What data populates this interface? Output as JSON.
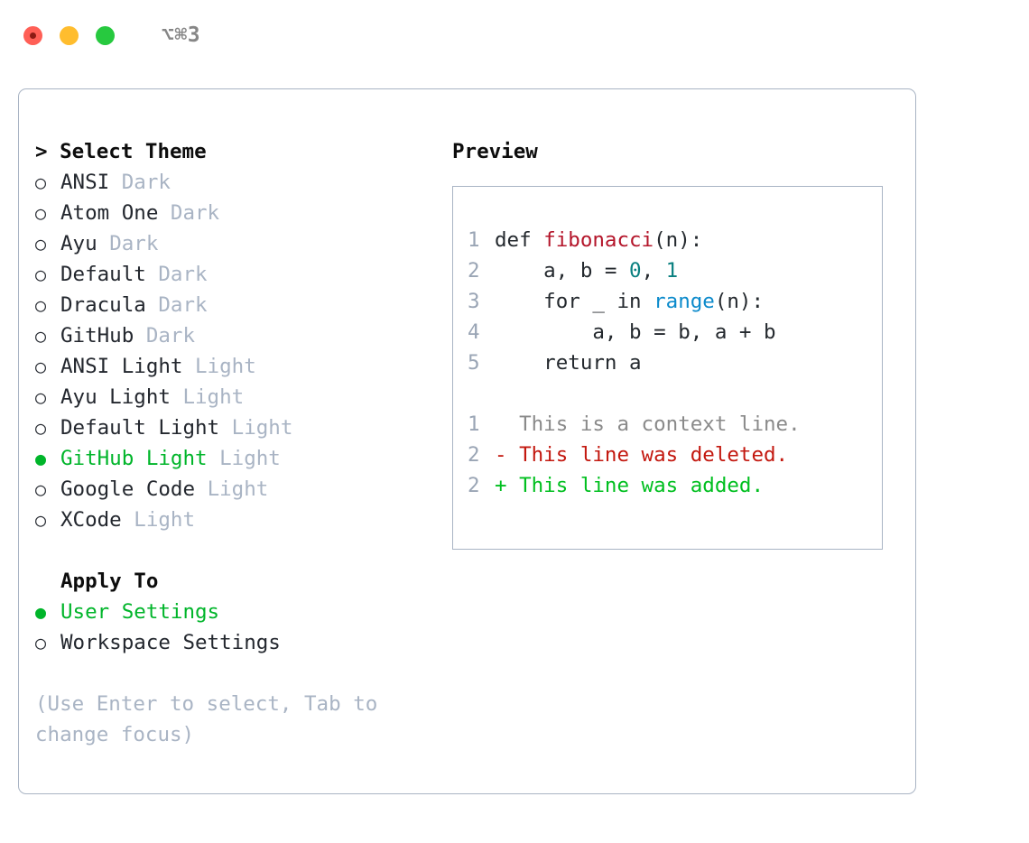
{
  "titlebar": {
    "shortcut": "⌥⌘3",
    "buttons": {
      "close": "close",
      "minimize": "minimize",
      "maximize": "maximize"
    }
  },
  "theme_list": {
    "heading": "> Select Theme",
    "items": [
      {
        "marker": "○",
        "label": "ANSI",
        "variant": "Dark",
        "selected": false
      },
      {
        "marker": "○",
        "label": "Atom One",
        "variant": "Dark",
        "selected": false
      },
      {
        "marker": "○",
        "label": "Ayu",
        "variant": "Dark",
        "selected": false
      },
      {
        "marker": "○",
        "label": "Default",
        "variant": "Dark",
        "selected": false
      },
      {
        "marker": "○",
        "label": "Dracula",
        "variant": "Dark",
        "selected": false
      },
      {
        "marker": "○",
        "label": "GitHub",
        "variant": "Dark",
        "selected": false
      },
      {
        "marker": "○",
        "label": "ANSI Light",
        "variant": "Light",
        "selected": false
      },
      {
        "marker": "○",
        "label": "Ayu Light",
        "variant": "Light",
        "selected": false
      },
      {
        "marker": "○",
        "label": "Default Light",
        "variant": "Light",
        "selected": false
      },
      {
        "marker": "●",
        "label": "GitHub Light",
        "variant": "Light",
        "selected": true
      },
      {
        "marker": "○",
        "label": "Google Code",
        "variant": "Light",
        "selected": false
      },
      {
        "marker": "○",
        "label": "XCode",
        "variant": "Light",
        "selected": false
      }
    ]
  },
  "apply_to": {
    "heading": "Apply To",
    "items": [
      {
        "marker": "●",
        "label": "User Settings",
        "selected": true
      },
      {
        "marker": "○",
        "label": "Workspace Settings",
        "selected": false
      }
    ]
  },
  "hint": "(Use Enter to select, Tab to change focus)",
  "preview": {
    "title": "Preview",
    "code_lines": [
      {
        "no": "1",
        "segments": [
          {
            "text": "def ",
            "kind": "plain"
          },
          {
            "text": "fibonacci",
            "kind": "fn"
          },
          {
            "text": "(n):",
            "kind": "plain"
          }
        ]
      },
      {
        "no": "2",
        "segments": [
          {
            "text": "    a, b = ",
            "kind": "plain"
          },
          {
            "text": "0",
            "kind": "num"
          },
          {
            "text": ", ",
            "kind": "plain"
          },
          {
            "text": "1",
            "kind": "num"
          }
        ]
      },
      {
        "no": "3",
        "segments": [
          {
            "text": "    for _ in ",
            "kind": "plain"
          },
          {
            "text": "range",
            "kind": "call"
          },
          {
            "text": "(n):",
            "kind": "plain"
          }
        ]
      },
      {
        "no": "4",
        "segments": [
          {
            "text": "        a, b = b, a + b",
            "kind": "plain"
          }
        ]
      },
      {
        "no": "5",
        "segments": [
          {
            "text": "    return a",
            "kind": "plain"
          }
        ]
      }
    ],
    "diff_lines": [
      {
        "no": "1",
        "text": "  This is a context line.",
        "kind": "context"
      },
      {
        "no": "2",
        "text": "- This line was deleted.",
        "kind": "del"
      },
      {
        "no": "2",
        "text": "+ This line was added.",
        "kind": "add"
      }
    ]
  },
  "colors": {
    "selected_green": "#00b52a",
    "variant_gray": "#a9b4c4",
    "border": "#a9b4c4",
    "lineno": "#9aa5b5",
    "code_fn": "#b4152a",
    "code_num": "#0a8080",
    "code_call": "#0b8acb",
    "diff_add": "#00bf1f",
    "diff_del": "#c3180f",
    "diff_context": "#8a8a8a",
    "traffic_close": "#ff5f56",
    "traffic_min": "#ffbd2e",
    "traffic_max": "#27c93f"
  }
}
